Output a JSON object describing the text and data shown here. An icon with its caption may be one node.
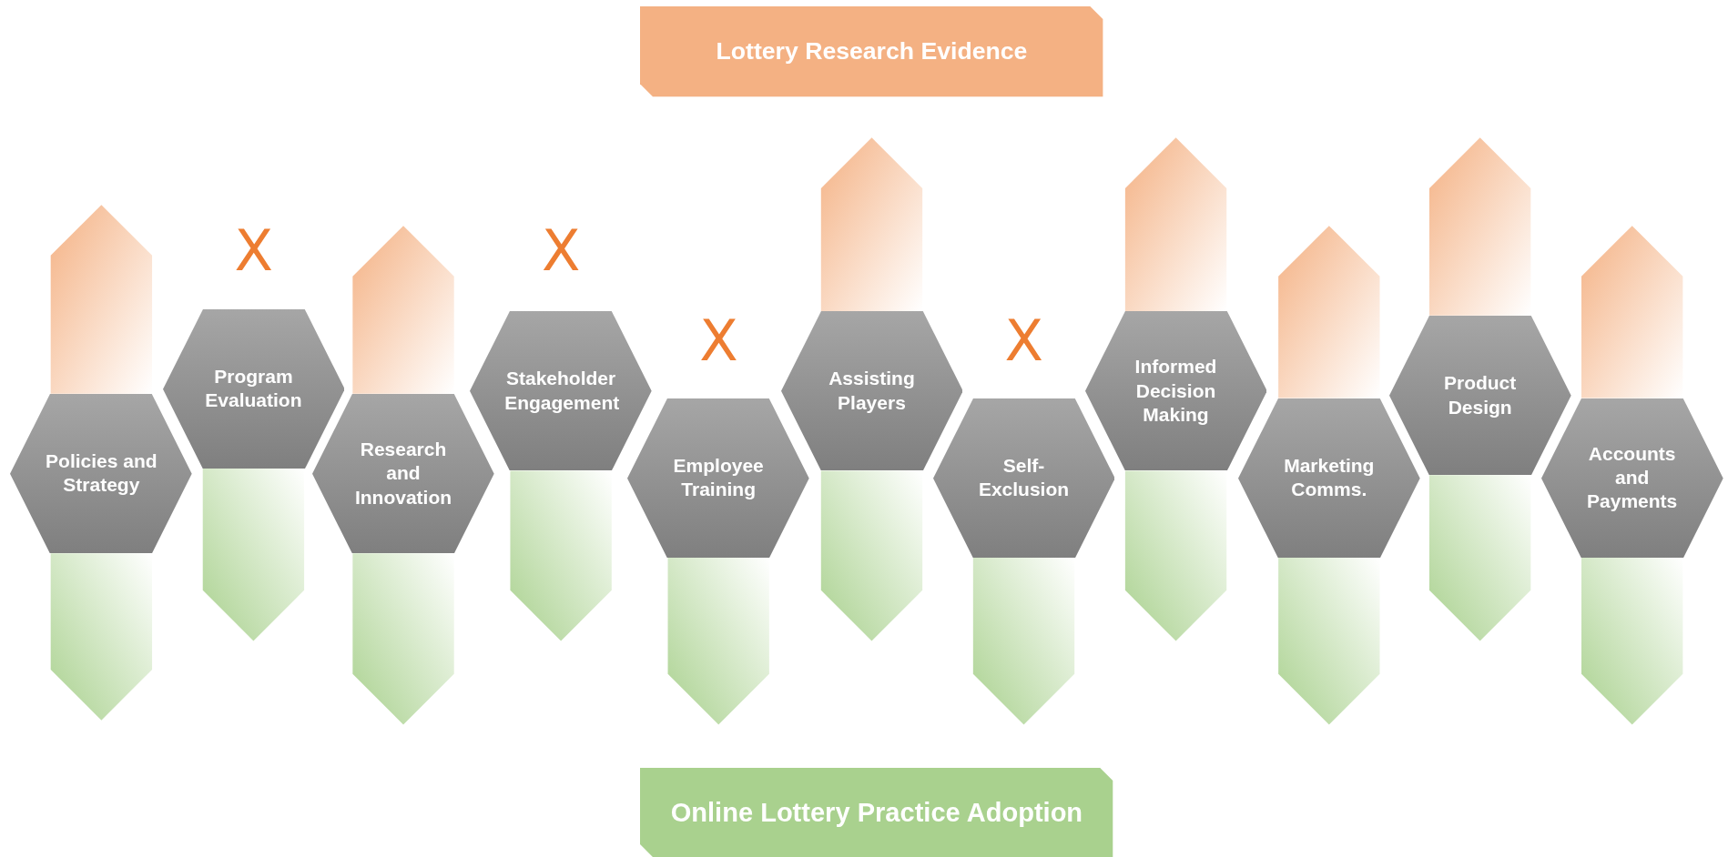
{
  "diagram": {
    "nodes": [
      {
        "text": [
          "Lottery Research Evidence"
        ]
      },
      {
        "text": [
          "Policies and Strategy"
        ]
      },
      {
        "text": [
          "Program Evaluation"
        ],
        "beside": [
          "X"
        ]
      },
      {
        "text": [
          "Research and Innovation"
        ]
      },
      {
        "text": [
          "Stakeholder Engagement"
        ],
        "beside": [
          "X"
        ]
      },
      {
        "text": [
          "Employee Training"
        ],
        "beside": [
          "X"
        ]
      },
      {
        "text": [
          "Assisting Players"
        ]
      },
      {
        "text": [
          "Self-Exclusion"
        ],
        "beside": [
          "X"
        ]
      },
      {
        "text": [
          "Informed Decision Making"
        ]
      },
      {
        "text": [
          "Marketing Comms."
        ]
      },
      {
        "text": [
          "Product Design"
        ]
      },
      {
        "text": [
          "Accounts and Payments"
        ]
      },
      {
        "text": [
          "Online Lottery Practice Adoption"
        ]
      }
    ],
    "edges": [
      {
        "from": 1,
        "to": null,
        "arrow": "to",
        "color": "#f4b183"
      },
      {
        "from": 1,
        "to": null,
        "arrow": "to",
        "color": "#a9d18e"
      },
      {
        "from": 2,
        "to": null,
        "arrow": "to",
        "color": "#a9d18e"
      },
      {
        "from": 3,
        "to": null,
        "arrow": "to",
        "color": "#f4b183"
      },
      {
        "from": 3,
        "to": null,
        "arrow": "to",
        "color": "#a9d18e"
      },
      {
        "from": 4,
        "to": null,
        "arrow": "to",
        "color": "#a9d18e"
      },
      {
        "from": 5,
        "to": null,
        "arrow": "to",
        "color": "#a9d18e"
      },
      {
        "from": 6,
        "to": null,
        "arrow": "to",
        "color": "#f4b183"
      },
      {
        "from": 6,
        "to": null,
        "arrow": "to",
        "color": "#a9d18e"
      },
      {
        "from": 7,
        "to": null,
        "arrow": "to",
        "color": "#a9d18e"
      },
      {
        "from": 8,
        "to": null,
        "arrow": "to",
        "color": "#f4b183"
      },
      {
        "from": 8,
        "to": null,
        "arrow": "to",
        "color": "#a9d18e"
      },
      {
        "from": 9,
        "to": null,
        "arrow": "to",
        "color": "#f4b183"
      },
      {
        "from": 9,
        "to": null,
        "arrow": "to",
        "color": "#a9d18e"
      },
      {
        "from": 10,
        "to": null,
        "arrow": "to",
        "color": "#f4b183"
      },
      {
        "from": 10,
        "to": null,
        "arrow": "to",
        "color": "#a9d18e"
      },
      {
        "from": 11,
        "to": null,
        "arrow": "to",
        "color": "#f4b183"
      },
      {
        "from": 11,
        "to": null,
        "arrow": "to",
        "color": "#a9d18e"
      }
    ]
  }
}
